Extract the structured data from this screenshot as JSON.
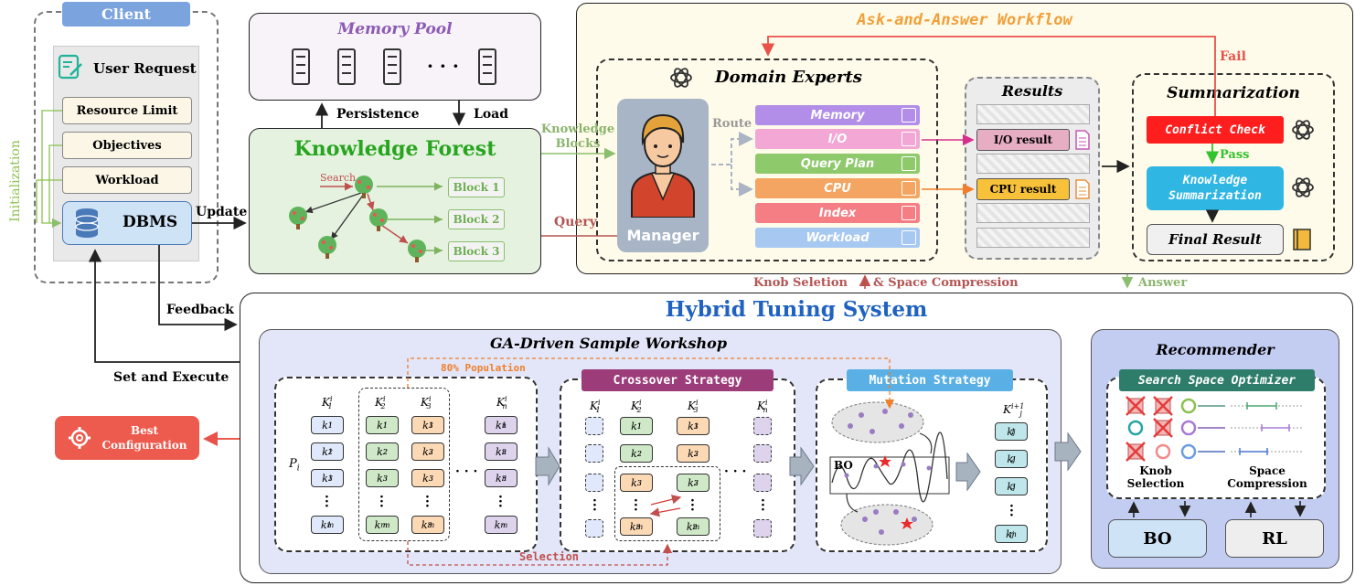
{
  "client": {
    "title": "Client",
    "user_request": "User Request",
    "items": [
      "Resource Limit",
      "Objectives",
      "Workload"
    ],
    "dbms": "DBMS",
    "initialization": "Initialization"
  },
  "memory_pool": {
    "title": "Memory Pool",
    "ellipsis": "· · ·"
  },
  "knowledge_forest": {
    "title": "Knowledge Forest",
    "search": "Search",
    "blocks": [
      "Block 1",
      "Block 2",
      "Block 3"
    ]
  },
  "edges": {
    "update": "Update",
    "persistence": "Persistence",
    "load": "Load",
    "knowledge_blocks": "Knowledge\nBlocks",
    "query": "Query",
    "route": "Route",
    "feedback": "Feedback",
    "set_execute": "Set and Execute",
    "knob_selection": "Knob Seletion",
    "space_compression": "& Space Compression",
    "answer": "Answer",
    "fail": "Fail",
    "pass": "Pass"
  },
  "ask_answer": {
    "title": "Ask-and-Answer Workflow",
    "domain_experts": "Domain Experts",
    "manager": "Manager",
    "experts": [
      {
        "label": "Memory",
        "color": "#b28ee9"
      },
      {
        "label": "I/O",
        "color": "#f2a7d4"
      },
      {
        "label": "Query Plan",
        "color": "#8ec96b"
      },
      {
        "label": "CPU",
        "color": "#f4a561"
      },
      {
        "label": "Index",
        "color": "#f47e84"
      },
      {
        "label": "Workload",
        "color": "#a7c8f0"
      }
    ],
    "results_title": "Results",
    "io_result": "I/O result",
    "cpu_result": "CPU result",
    "summarization": "Summarization",
    "conflict_check": "Conflict Check",
    "knowledge_summarization": "Knowledge\nSummarization",
    "final_result": "Final Result"
  },
  "hybrid": {
    "title": "Hybrid Tuning System",
    "ga_title": "GA-Driven Sample Workshop",
    "population": "80% Population",
    "selection": "Selection",
    "crossover": "Crossover Strategy",
    "mutation": "Mutation Strategy",
    "bo_label": "BO",
    "pi": "P",
    "pi_sub": "i",
    "recommender": "Recommender",
    "search_space": "Search Space Optimizer",
    "knob_selection": "Knob\nSelection",
    "space_compression": "Space\nCompression",
    "bo": "BO",
    "rl": "RL"
  },
  "best_configuration": "Best\nConfiguration",
  "colors": {
    "client_title": "#7ba3de",
    "forest_bg": "#e5f2e0",
    "forest_title": "#27a51f",
    "memory_bg": "#f8f2f9",
    "memory_title": "#8b5bb5",
    "aa_bg": "#fffbea",
    "aa_title": "#f0a03a",
    "hybrid_title": "#1f62c0",
    "ga_bg": "#e2e6f8",
    "rec_bg": "#c3cdf2",
    "best_bg": "#ec5b4e",
    "conflict_bg": "#ff1e1e",
    "ks_bg": "#2fb6e3",
    "crossover_bg": "#9c3d7a",
    "mutation_bg": "#5ab0e4",
    "sso_bg": "#2e7d6b"
  }
}
